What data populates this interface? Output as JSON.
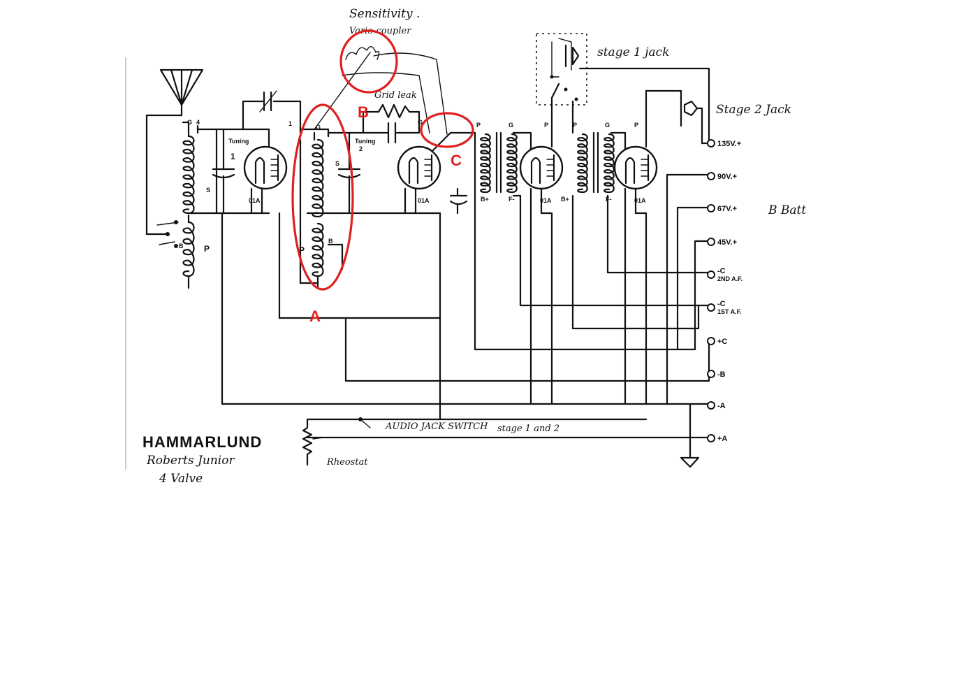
{
  "brand": "HAMMARLUND",
  "model_line1": "Roberts Junior",
  "model_line2": "4 Valve",
  "labels": {
    "tuning1": "Tuning",
    "tuning1_num": "1",
    "tuning2": "Tuning",
    "tuning2_num": "2",
    "grid_leak": "Grid leak",
    "sensitivity": "Sensitivity .",
    "vario_coupler": "Vario-coupler",
    "stage1_jack": "stage 1 jack",
    "stage2_jack": "Stage 2 Jack",
    "b_batt": "B Batt",
    "audio_jack_switch": "AUDIO JACK SWITCH",
    "stage_1_and_2": "stage 1 and 2",
    "rheostat": "Rheostat",
    "coil_s": "S",
    "coil_p": "P"
  },
  "tubes": [
    "01A",
    "01A",
    "01A",
    "01A"
  ],
  "markers": {
    "a": "A",
    "b": "B",
    "c": "C"
  },
  "terminals": [
    {
      "label": "135V.+"
    },
    {
      "label": "90V.+"
    },
    {
      "label": "67V.+"
    },
    {
      "label": "45V.+"
    },
    {
      "label": "-C",
      "sub": "2ND A.F."
    },
    {
      "label": "-C",
      "sub": "1ST A.F."
    },
    {
      "label": "+C"
    },
    {
      "label": "-B"
    },
    {
      "label": "-A"
    },
    {
      "label": "+A"
    }
  ],
  "pin_letters": {
    "g": "G",
    "p": "P",
    "b": "B",
    "f": "F",
    "bplus": "B+",
    "fminus": "F-"
  },
  "colors": {
    "ink": "#111111",
    "annotation": "#e02020"
  }
}
